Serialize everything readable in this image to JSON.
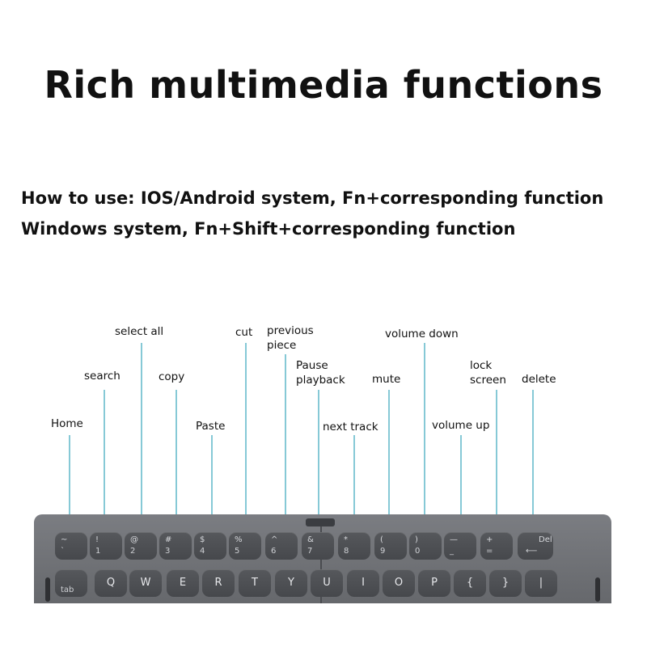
{
  "title": "Rich multimedia functions",
  "how_to": [
    "How to use: IOS/Android system, Fn+corresponding function",
    "Windows system, Fn+Shift+corresponding function"
  ],
  "functions": [
    {
      "label": "Home"
    },
    {
      "label": "search"
    },
    {
      "label": "select all"
    },
    {
      "label": "copy"
    },
    {
      "label": "Paste"
    },
    {
      "label": "cut"
    },
    {
      "label": "previous\npiece"
    },
    {
      "label": "Pause\nplayback"
    },
    {
      "label": "next track"
    },
    {
      "label": "mute"
    },
    {
      "label": "volume down"
    },
    {
      "label": "volume up"
    },
    {
      "label": "lock\nscreen"
    },
    {
      "label": "delete"
    }
  ],
  "keyboard": {
    "row1": [
      {
        "top": "~",
        "bottom": "`"
      },
      {
        "top": "!",
        "bottom": "1"
      },
      {
        "top": "@",
        "bottom": "2"
      },
      {
        "top": "#",
        "bottom": "3"
      },
      {
        "top": "$",
        "bottom": "4"
      },
      {
        "top": "%",
        "bottom": "5"
      },
      {
        "top": "^",
        "bottom": "6"
      },
      {
        "top": "&",
        "bottom": "7"
      },
      {
        "top": "*",
        "bottom": "8"
      },
      {
        "top": "(",
        "bottom": "9"
      },
      {
        "top": ")",
        "bottom": "0"
      },
      {
        "top": "—",
        "bottom": "_"
      },
      {
        "top": "+",
        "bottom": "="
      },
      {
        "top": "Del",
        "bottom": "⟵"
      }
    ],
    "row2": [
      "tab",
      "Q",
      "W",
      "E",
      "R",
      "T",
      "Y",
      "U",
      "I",
      "O",
      "P",
      "{",
      "}",
      "|"
    ]
  }
}
